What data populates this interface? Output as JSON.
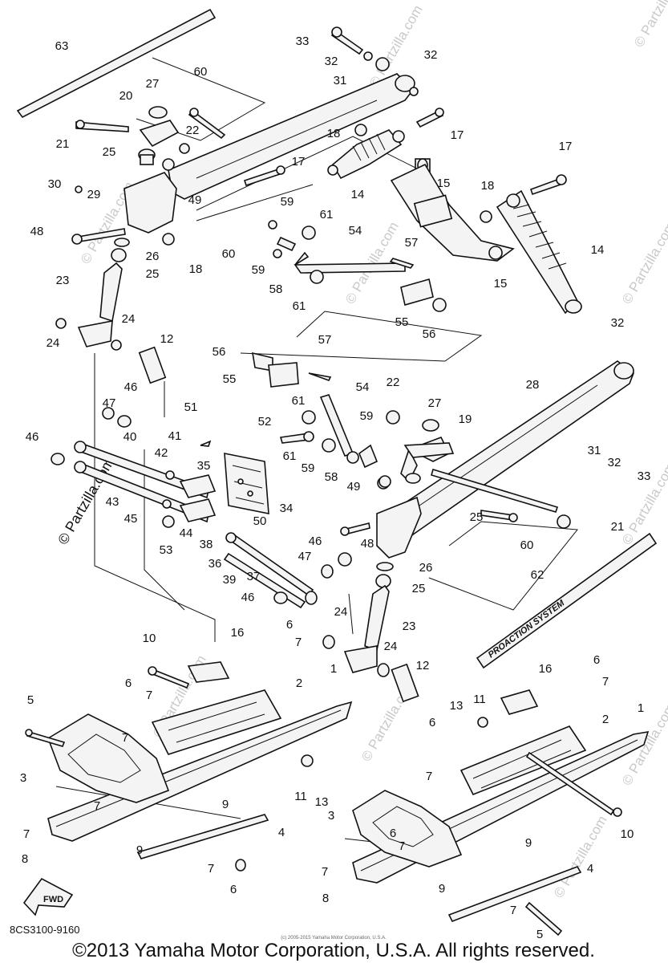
{
  "diagram_code": "8CS3100-9160",
  "copyright": "©2013 Yamaha Motor Corporation, U.S.A. All rights reserved.",
  "small_copyright": "(c) 2005-2015 Yamaha Motor Corporation, U.S.A.",
  "watermark": "© Partzilla.com",
  "decal_text": "PROACTION SYSTEM",
  "fwd_label": "FWD",
  "callouts": {
    "c63": "63",
    "c60a": "60",
    "c27a": "27",
    "c20": "20",
    "c21a": "21",
    "c22a": "22",
    "c25a": "25",
    "c30": "30",
    "c29": "29",
    "c49a": "49",
    "c48a": "48",
    "c26a": "26",
    "c25b": "25",
    "c18a": "18",
    "c23a": "23",
    "c24a": "24",
    "c24b": "24",
    "c12a": "12",
    "c33a": "33",
    "c32a": "32",
    "c31a": "31",
    "c32b": "32",
    "c18b": "18",
    "c17a": "17",
    "c17b": "17",
    "c15a": "15",
    "c14a": "14",
    "c17c": "17",
    "c18c": "18",
    "c59a": "59",
    "c61a": "61",
    "c60b": "60",
    "c59b": "59",
    "c58a": "58",
    "c61b": "61",
    "c54a": "54",
    "c57a": "57",
    "c55a": "55",
    "c56a": "56",
    "c15b": "15",
    "c14b": "14",
    "c32c": "32",
    "c56b": "56",
    "c55b": "55",
    "c57b": "57",
    "c54b": "54",
    "c28": "28",
    "c22b": "22",
    "c27b": "27",
    "c19": "19",
    "c59c": "59",
    "c61c": "61",
    "c61d": "61",
    "c52": "52",
    "c59d": "59",
    "c58b": "58",
    "c49b": "49",
    "c31b": "31",
    "c32d": "32",
    "c33b": "33",
    "c47a": "47",
    "c46a": "46",
    "c46b": "46",
    "c51": "51",
    "c40": "40",
    "c41": "41",
    "c42": "42",
    "c35": "35",
    "c43": "43",
    "c45": "45",
    "c44": "44",
    "c38": "38",
    "c50": "50",
    "c53": "53",
    "c36": "36",
    "c39": "39",
    "c37": "37",
    "c34": "34",
    "c46c": "46",
    "c47b": "47",
    "c46d": "46",
    "c25c": "25",
    "c21b": "21",
    "c60c": "60",
    "c48b": "48",
    "c26b": "26",
    "c25d": "25",
    "c62": "62",
    "c24c": "24",
    "c23b": "23",
    "c24d": "24",
    "c12b": "12",
    "c6a": "6",
    "c7a": "7",
    "c10a": "10",
    "c16a": "16",
    "c2a": "2",
    "c1a": "1",
    "c6b": "6",
    "c7b": "7",
    "c7c": "7",
    "c5a": "5",
    "c3a": "3",
    "c7d": "7",
    "c11a": "11",
    "c13a": "13",
    "c9a": "9",
    "c4a": "4",
    "c7e": "7",
    "c8a": "8",
    "c9b": "9",
    "c7f": "7",
    "c6c": "6",
    "c6d": "6",
    "c7g": "7",
    "c16b": "16",
    "c13b": "13",
    "c11b": "11",
    "c6e": "6",
    "c2b": "2",
    "c1b": "1",
    "c7h": "7",
    "c3b": "3",
    "c6f": "6",
    "c7i": "7",
    "c10b": "10",
    "c9c": "9",
    "c4b": "4",
    "c7j": "7",
    "c8b": "8",
    "c9d": "9",
    "c7k": "7",
    "c5b": "5"
  }
}
